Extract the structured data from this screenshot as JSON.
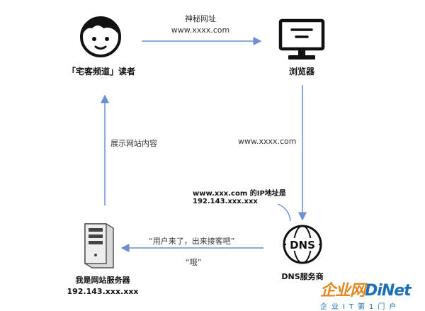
{
  "nodes": {
    "reader": {
      "label": "「宅客频道」读者"
    },
    "browser": {
      "label": "浏览器"
    },
    "dns": {
      "label": "DNS服务商",
      "icon_text": "DNS"
    },
    "server": {
      "label_line1": "我是网站服务器",
      "label_line2": "192.143.xxx.xxx"
    }
  },
  "edges": {
    "reader_to_browser": {
      "line1": "神秘网址",
      "line2": "www.xxxx.com"
    },
    "browser_to_dns": {
      "label": "www.xxxx.com"
    },
    "dns_note": {
      "line1": "www.xxx.com 的IP地址是",
      "line2": "192.143.xxx.xxx"
    },
    "dns_to_server": {
      "label": "“用户来了，出来接客吧”"
    },
    "server_reply": {
      "label": "“哦”"
    },
    "server_to_reader": {
      "label": "展示网站内容"
    }
  },
  "watermark": {
    "brand_part1": "企业网",
    "brand_part2": "DiNet",
    "subtitle": "企业IT第1门户"
  },
  "colors": {
    "arrow": "#6b8fd0",
    "icon": "#111111",
    "watermark_orange": "#e0871f",
    "watermark_blue": "#1d6fb8"
  }
}
